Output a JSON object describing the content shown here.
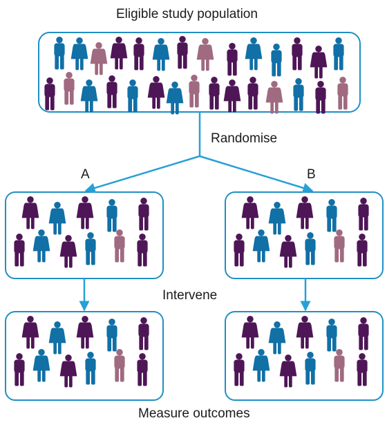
{
  "labels": {
    "population": "Eligible study population",
    "randomise": "Randomise",
    "arm_a": "A",
    "arm_b": "B",
    "intervene": "Intervene",
    "measure": "Measure outcomes"
  },
  "colors": {
    "purple": "#4e1656",
    "blue": "#1170a6",
    "mauve": "#a06a80",
    "box_stroke": "#1f8fc4",
    "arrow": "#27a0d6",
    "box_fill": "#ffffff"
  },
  "groups": {
    "population": [
      [
        "blue",
        "m"
      ],
      [
        "blue",
        "f"
      ],
      [
        "mauve",
        "f"
      ],
      [
        "purple",
        "f"
      ],
      [
        "purple",
        "m"
      ],
      [
        "blue",
        "f"
      ],
      [
        "purple",
        "m"
      ],
      [
        "mauve",
        "f"
      ],
      [
        "purple",
        "m"
      ],
      [
        "blue",
        "f"
      ],
      [
        "blue",
        "m"
      ],
      [
        "purple",
        "m"
      ],
      [
        "purple",
        "f"
      ],
      [
        "blue",
        "m"
      ],
      [
        "purple",
        "m"
      ],
      [
        "purple",
        "m"
      ],
      [
        "mauve",
        "m"
      ],
      [
        "blue",
        "f"
      ],
      [
        "purple",
        "m"
      ],
      [
        "blue",
        "m"
      ],
      [
        "purple",
        "f"
      ],
      [
        "blue",
        "f"
      ],
      [
        "mauve",
        "m"
      ],
      [
        "purple",
        "m"
      ],
      [
        "purple",
        "f"
      ],
      [
        "purple",
        "m"
      ],
      [
        "mauve",
        "f"
      ],
      [
        "blue",
        "m"
      ],
      [
        "purple",
        "m"
      ],
      [
        "mauve",
        "m"
      ]
    ],
    "arm": [
      [
        "purple",
        "f"
      ],
      [
        "blue",
        "f"
      ],
      [
        "purple",
        "f"
      ],
      [
        "blue",
        "m"
      ],
      [
        "purple",
        "m"
      ],
      [
        "purple",
        "m"
      ],
      [
        "blue",
        "f"
      ],
      [
        "purple",
        "f"
      ],
      [
        "blue",
        "m"
      ],
      [
        "mauve",
        "m"
      ],
      [
        "purple",
        "m"
      ]
    ]
  }
}
